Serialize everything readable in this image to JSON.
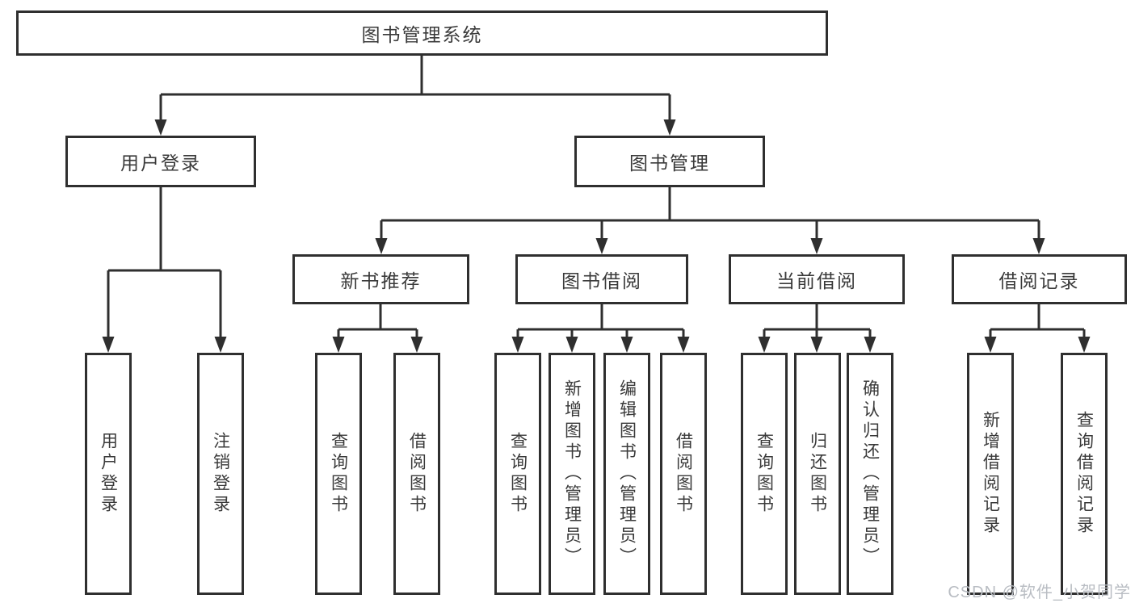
{
  "diagram": {
    "title": "图书管理系统",
    "tree": {
      "label": "图书管理系统",
      "children": [
        {
          "label": "用户登录",
          "children": [
            {
              "label": "用户登录"
            },
            {
              "label": "注销登录"
            }
          ]
        },
        {
          "label": "图书管理",
          "children": [
            {
              "label": "新书推荐",
              "children": [
                {
                  "label": "查询图书"
                },
                {
                  "label": "借阅图书"
                }
              ]
            },
            {
              "label": "图书借阅",
              "children": [
                {
                  "label": "查询图书"
                },
                {
                  "label": "新增图书（管理员）"
                },
                {
                  "label": "编辑图书（管理员）"
                },
                {
                  "label": "借阅图书"
                }
              ]
            },
            {
              "label": "当前借阅",
              "children": [
                {
                  "label": "查询图书"
                },
                {
                  "label": "归还图书"
                },
                {
                  "label": "确认归还（管理员）"
                }
              ]
            },
            {
              "label": "借阅记录",
              "children": [
                {
                  "label": "新增借阅记录"
                },
                {
                  "label": "查询借阅记录"
                }
              ]
            }
          ]
        }
      ]
    },
    "colors": {
      "line": "#2f2f2f",
      "box_border": "#2f2f2f",
      "box_fill": "#ffffff",
      "text": "#3a3a3a",
      "watermark": "#b9bdc3"
    }
  },
  "watermark": {
    "text": "CSDN @软件_小贺同学"
  }
}
